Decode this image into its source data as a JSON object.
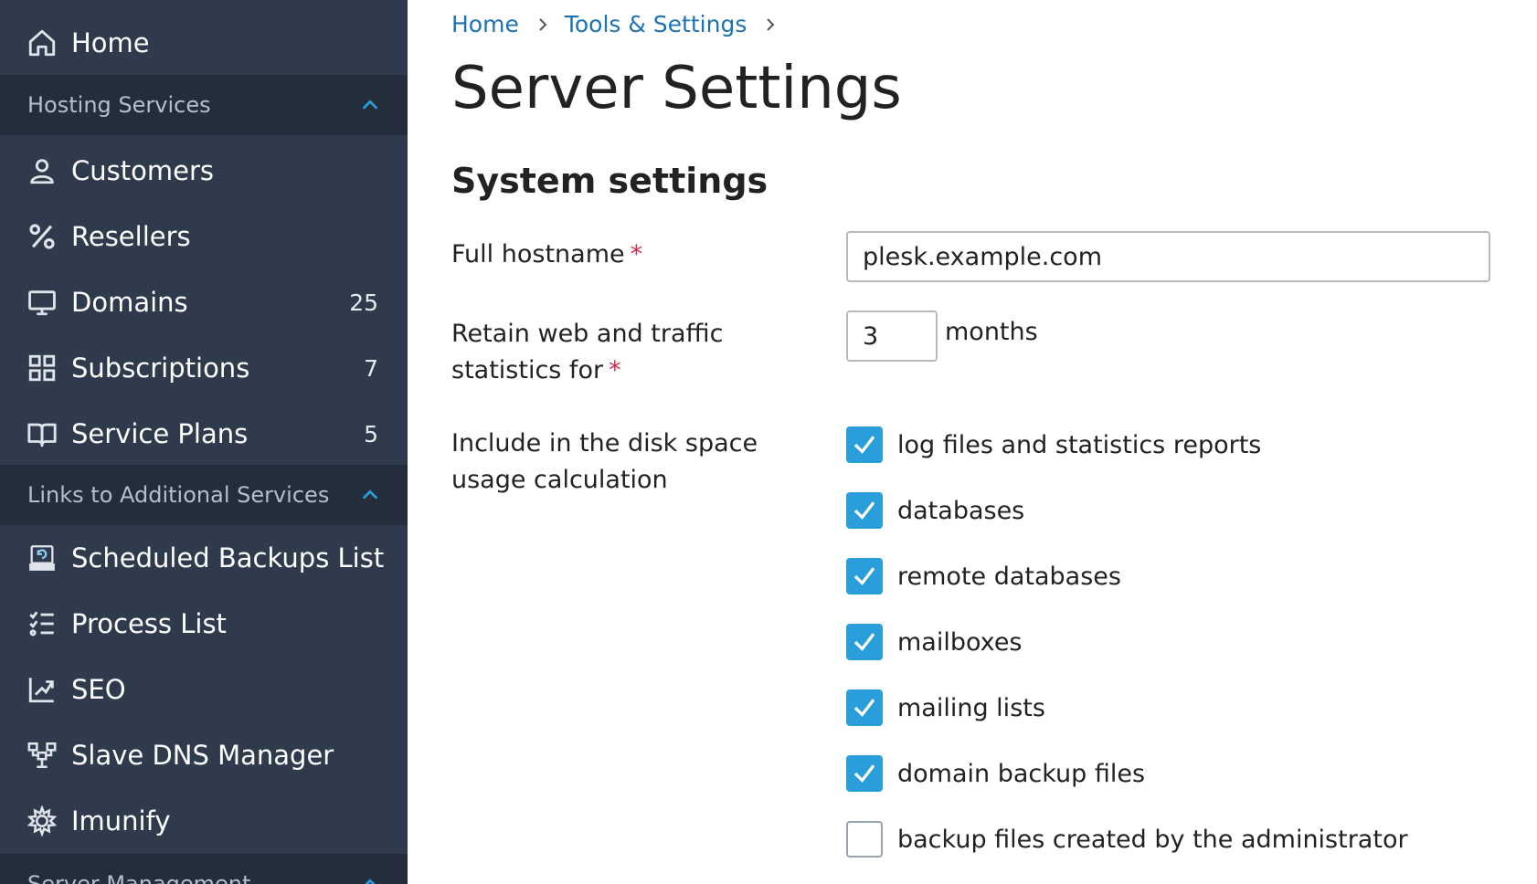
{
  "sidebar": {
    "home": {
      "label": "Home",
      "icon": "home-icon"
    },
    "sections": [
      {
        "label": "Hosting Services",
        "icon": "chevron-up-icon"
      },
      {
        "label": "Links to Additional Services",
        "icon": "chevron-up-icon"
      },
      {
        "label": "Server Management",
        "icon": "chevron-up-icon"
      }
    ],
    "hosting_items": [
      {
        "label": "Customers",
        "count": "",
        "icon": "user-icon"
      },
      {
        "label": "Resellers",
        "count": "",
        "icon": "percent-icon"
      },
      {
        "label": "Domains",
        "count": "25",
        "icon": "monitor-icon"
      },
      {
        "label": "Subscriptions",
        "count": "7",
        "icon": "grid-icon"
      },
      {
        "label": "Service Plans",
        "count": "5",
        "icon": "book-icon"
      }
    ],
    "links_items": [
      {
        "label": "Scheduled Backups List",
        "icon": "backup-drive-icon"
      },
      {
        "label": "Process List",
        "icon": "checklist-icon"
      },
      {
        "label": "SEO",
        "icon": "chart-up-icon"
      },
      {
        "label": "Slave DNS Manager",
        "icon": "dns-network-icon"
      },
      {
        "label": "Imunify",
        "icon": "imunify-gear-icon"
      }
    ]
  },
  "breadcrumb": {
    "items": [
      "Home",
      "Tools & Settings"
    ]
  },
  "page": {
    "title": "Server Settings",
    "section_title": "System settings"
  },
  "form": {
    "hostname": {
      "label": "Full hostname",
      "required_mark": "*",
      "value": "plesk.example.com"
    },
    "retain": {
      "label_line1": "Retain web and traffic",
      "label_line2": "statistics for",
      "required_mark": "*",
      "value": "3",
      "unit": "months"
    },
    "disk": {
      "label_line1": "Include in the disk space",
      "label_line2": "usage calculation",
      "options": [
        {
          "label": "log files and statistics reports",
          "checked": true
        },
        {
          "label": "databases",
          "checked": true
        },
        {
          "label": "remote databases",
          "checked": true
        },
        {
          "label": "mailboxes",
          "checked": true
        },
        {
          "label": "mailing lists",
          "checked": true
        },
        {
          "label": "domain backup files",
          "checked": true
        },
        {
          "label": "backup files created by the administrator",
          "checked": false
        }
      ]
    }
  },
  "colors": {
    "sidebar_bg": "#2f3b4c",
    "section_bg": "#232d3b",
    "link": "#1d72b3",
    "checkbox": "#2a9ddb",
    "required": "#d02d4a"
  }
}
